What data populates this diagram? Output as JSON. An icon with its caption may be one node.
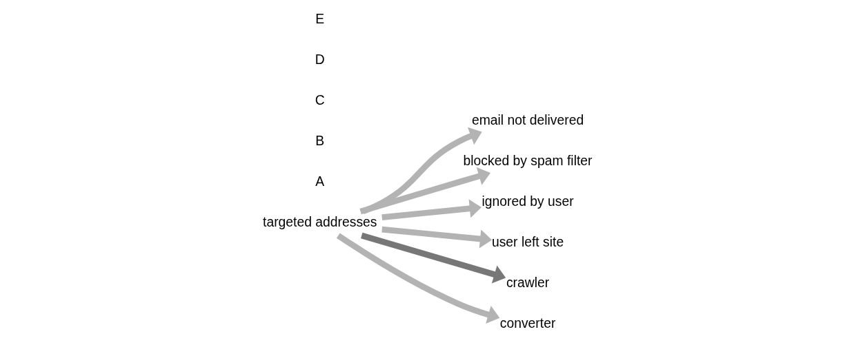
{
  "diagram": {
    "nodes": [
      {
        "text": [
          "targeted addresses"
        ]
      },
      {
        "text": [
          "email not delivered"
        ]
      },
      {
        "text": [
          "blocked by spam filter"
        ]
      },
      {
        "text": [
          "ignored by user"
        ]
      },
      {
        "text": [
          "user left site"
        ]
      },
      {
        "text": [
          "crawler"
        ]
      },
      {
        "text": [
          "converter"
        ]
      }
    ],
    "edges": [
      {
        "from": 0,
        "to": 1,
        "arrow": "to"
      },
      {
        "from": 0,
        "to": 2,
        "arrow": "to"
      },
      {
        "from": 0,
        "to": 3,
        "arrow": "to"
      },
      {
        "from": 0,
        "to": 4,
        "arrow": "to"
      },
      {
        "from": 0,
        "to": 5,
        "arrow": "to",
        "color": "#777777"
      },
      {
        "from": 0,
        "to": 6,
        "arrow": "to"
      }
    ],
    "labels": [
      "A",
      "B",
      "C",
      "D",
      "E"
    ]
  }
}
